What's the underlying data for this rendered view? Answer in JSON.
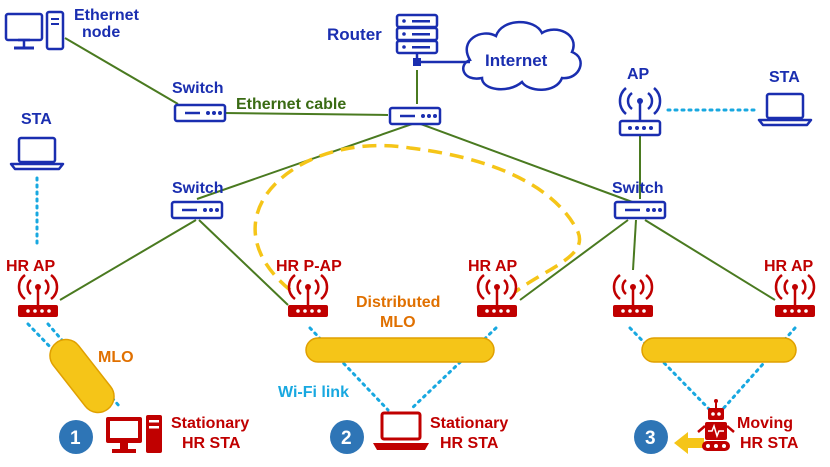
{
  "labels": {
    "ethernet_node": [
      "Ethernet",
      "node"
    ],
    "router": "Router",
    "internet": "Internet",
    "switch_top": "Switch",
    "ethernet_cable": "Ethernet cable",
    "ap": "AP",
    "sta_right": "STA",
    "sta_left": "STA",
    "switch_mid": "Switch",
    "switch_right": "Switch",
    "hr_ap_left": "HR AP",
    "hr_p_ap": "HR P-AP",
    "hr_ap_mid": "HR AP",
    "hr_ap_right": "HR AP",
    "distributed_mlo": [
      "Distributed",
      "MLO"
    ],
    "mlo": "MLO",
    "wifi_link": "Wi-Fi link",
    "sta1": [
      "Stationary",
      "HR STA"
    ],
    "sta2": [
      "Stationary",
      "HR STA"
    ],
    "sta3": [
      "Moving",
      "HR STA"
    ],
    "badge1": "1",
    "badge2": "2",
    "badge3": "3"
  },
  "colors": {
    "node_blue": "#1a2eb0",
    "hr_red": "#c00000",
    "mlo_fill": "#f5c518",
    "mlo_orange": "#e07000",
    "cable_green": "#4a7a20",
    "wifi_cyan": "#18a8e0",
    "badge_blue": "#2e75b6"
  }
}
